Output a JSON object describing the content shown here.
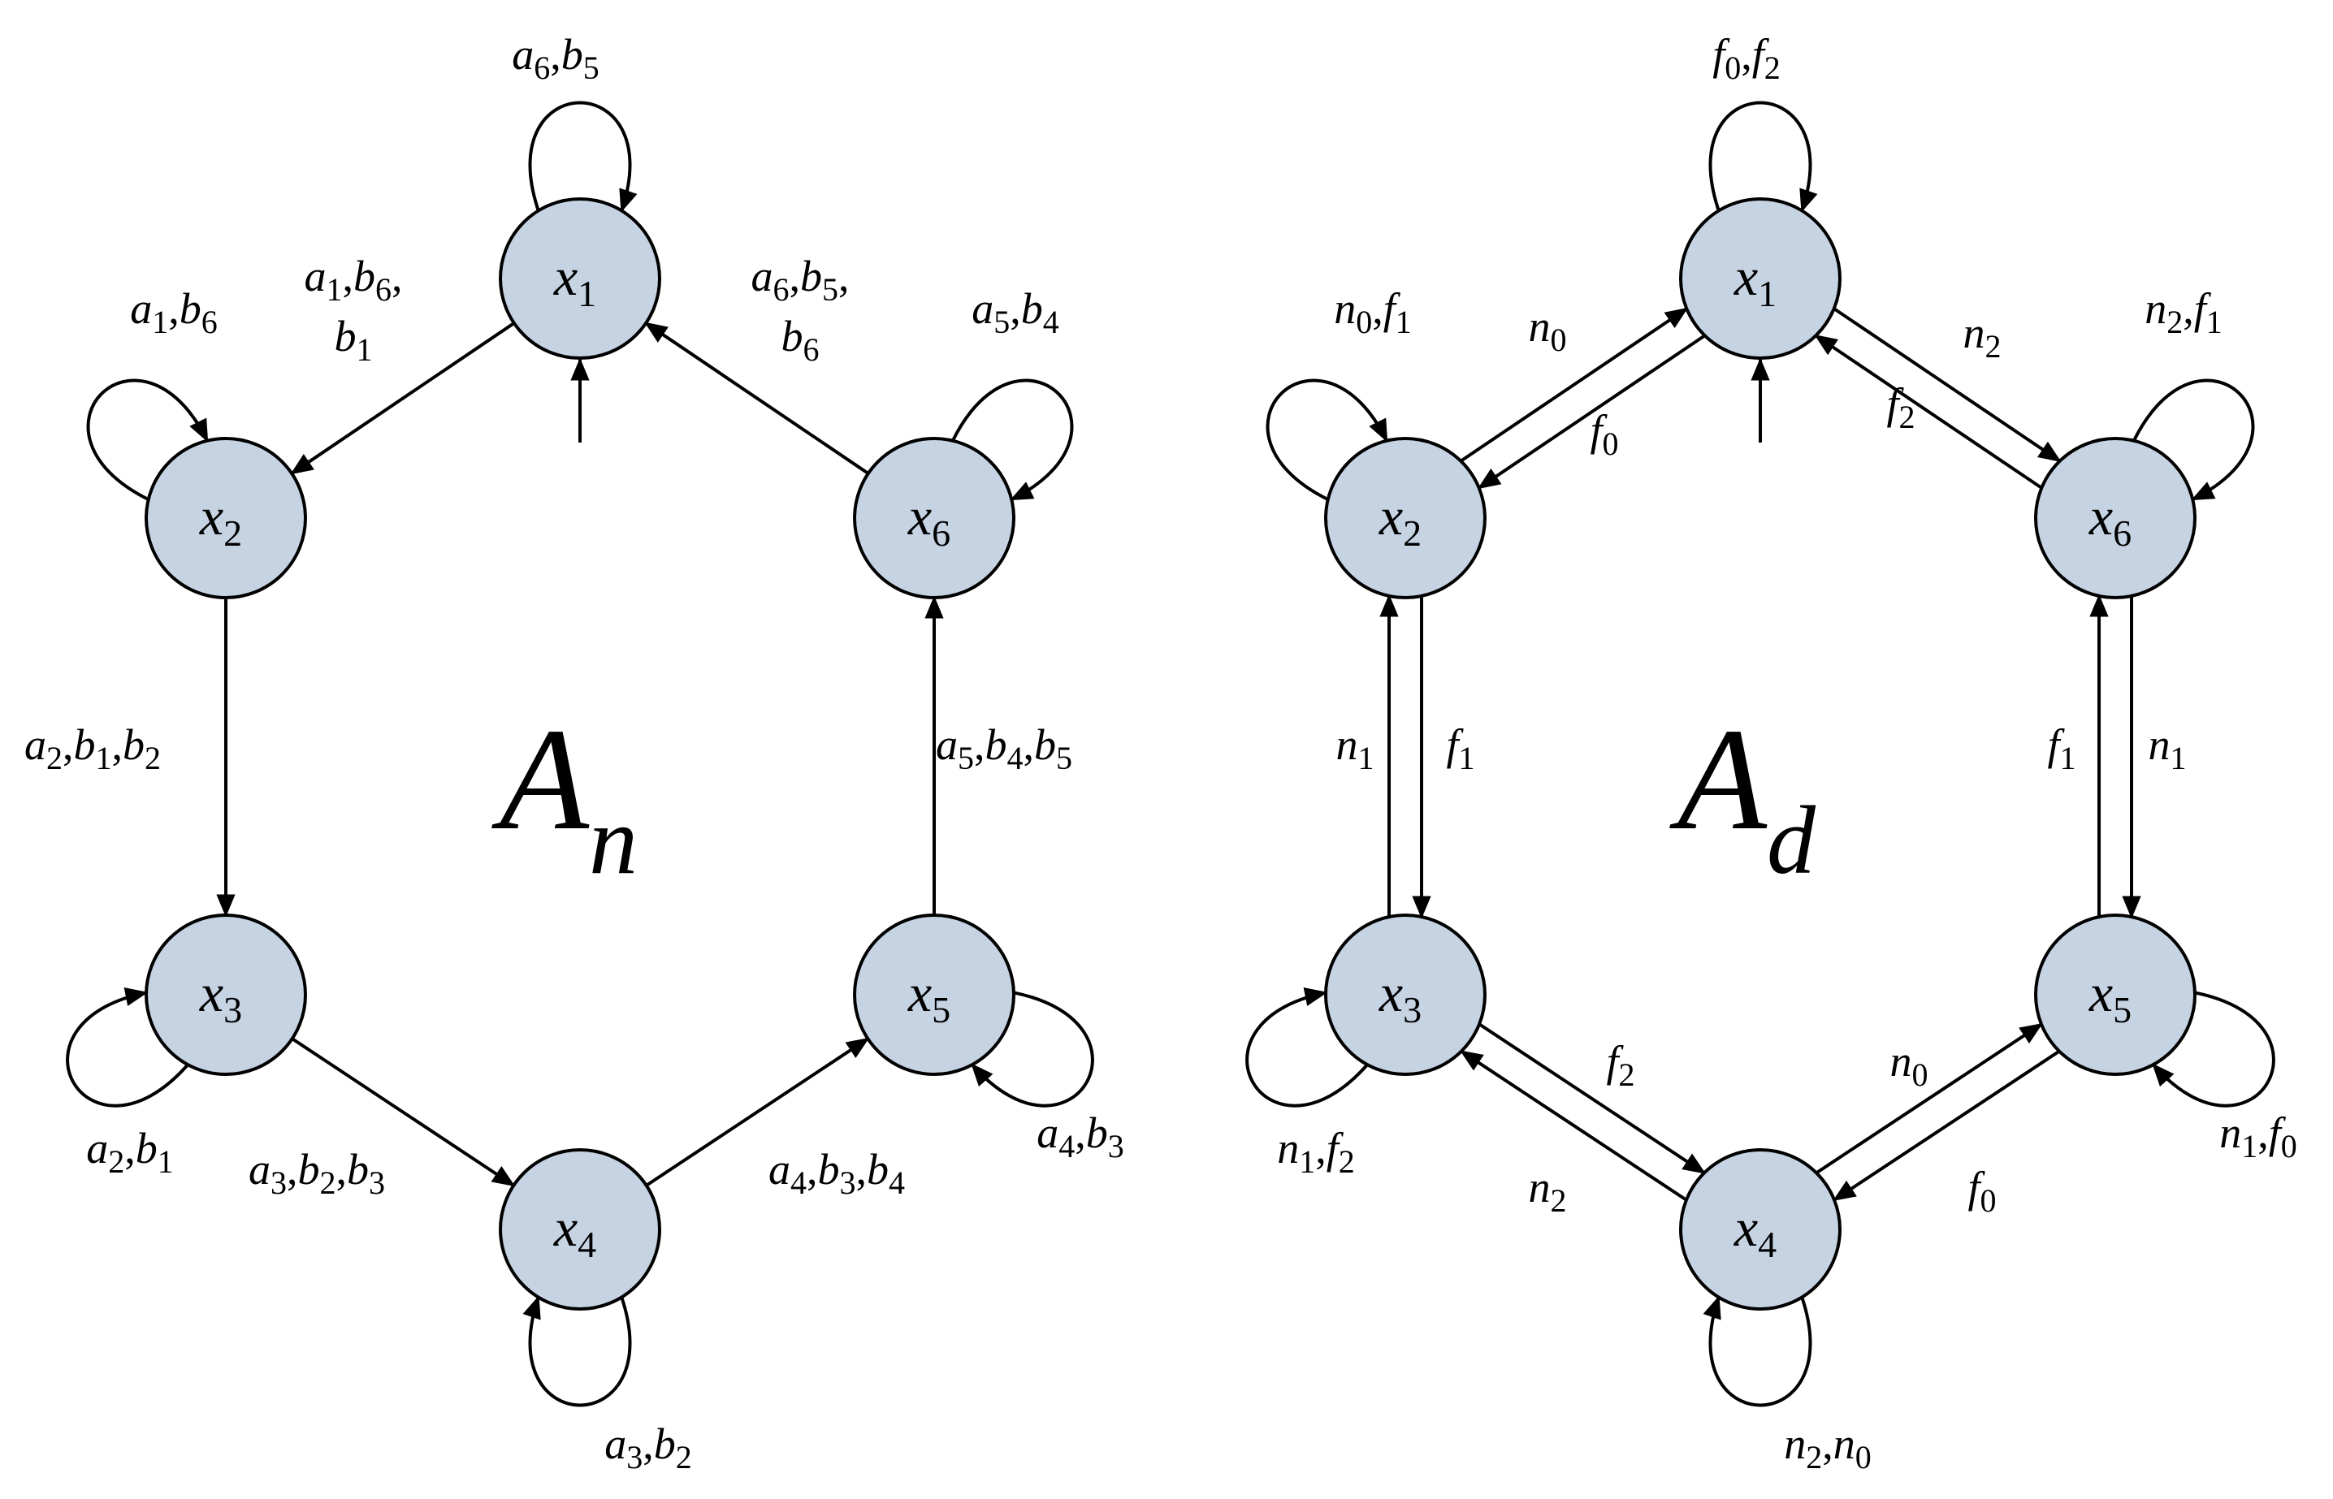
{
  "diagrams": [
    {
      "title": {
        "main": "A",
        "sub": "n"
      },
      "nodes": [
        {
          "main": "x",
          "sub": "1"
        },
        {
          "main": "x",
          "sub": "2"
        },
        {
          "main": "x",
          "sub": "3"
        },
        {
          "main": "x",
          "sub": "4"
        },
        {
          "main": "x",
          "sub": "5"
        },
        {
          "main": "x",
          "sub": "6"
        }
      ],
      "self_loops": [
        "a6,b5",
        "a1,b6",
        "a2,b1",
        "a3,b2",
        "a4,b3",
        "a5,b4"
      ],
      "edges": [
        {
          "from": 0,
          "to": 1,
          "lines": [
            "a1,b6,",
            "b1"
          ]
        },
        {
          "from": 1,
          "to": 2,
          "lines": [
            "a2,b1,b2"
          ]
        },
        {
          "from": 2,
          "to": 3,
          "lines": [
            "a3,b2,b3"
          ]
        },
        {
          "from": 3,
          "to": 4,
          "lines": [
            "a4,b3,b4"
          ]
        },
        {
          "from": 4,
          "to": 5,
          "lines": [
            "a5,b4,b5"
          ]
        },
        {
          "from": 5,
          "to": 0,
          "lines": [
            "a6,b5,",
            "b6"
          ]
        }
      ]
    },
    {
      "title": {
        "main": "A",
        "sub": "d"
      },
      "nodes": [
        {
          "main": "x",
          "sub": "1"
        },
        {
          "main": "x",
          "sub": "2"
        },
        {
          "main": "x",
          "sub": "3"
        },
        {
          "main": "x",
          "sub": "4"
        },
        {
          "main": "x",
          "sub": "5"
        },
        {
          "main": "x",
          "sub": "6"
        }
      ],
      "self_loops": [
        "f0,f2",
        "n0,f1",
        "n1,f2",
        "n2,n0",
        "n1,f0",
        "n2,f1"
      ],
      "edge_pairs": [
        {
          "a": 0,
          "b": 1,
          "forward": "n0",
          "backward": "f0"
        },
        {
          "a": 1,
          "b": 2,
          "forward": "n1",
          "backward": "f1"
        },
        {
          "a": 2,
          "b": 3,
          "forward": "n2",
          "backward": "f2"
        },
        {
          "a": 3,
          "b": 4,
          "forward": "f0",
          "backward": "n0"
        },
        {
          "a": 4,
          "b": 5,
          "forward": "f1",
          "backward": "n1"
        },
        {
          "a": 5,
          "b": 0,
          "forward": "f2",
          "backward": "n2"
        }
      ]
    }
  ]
}
